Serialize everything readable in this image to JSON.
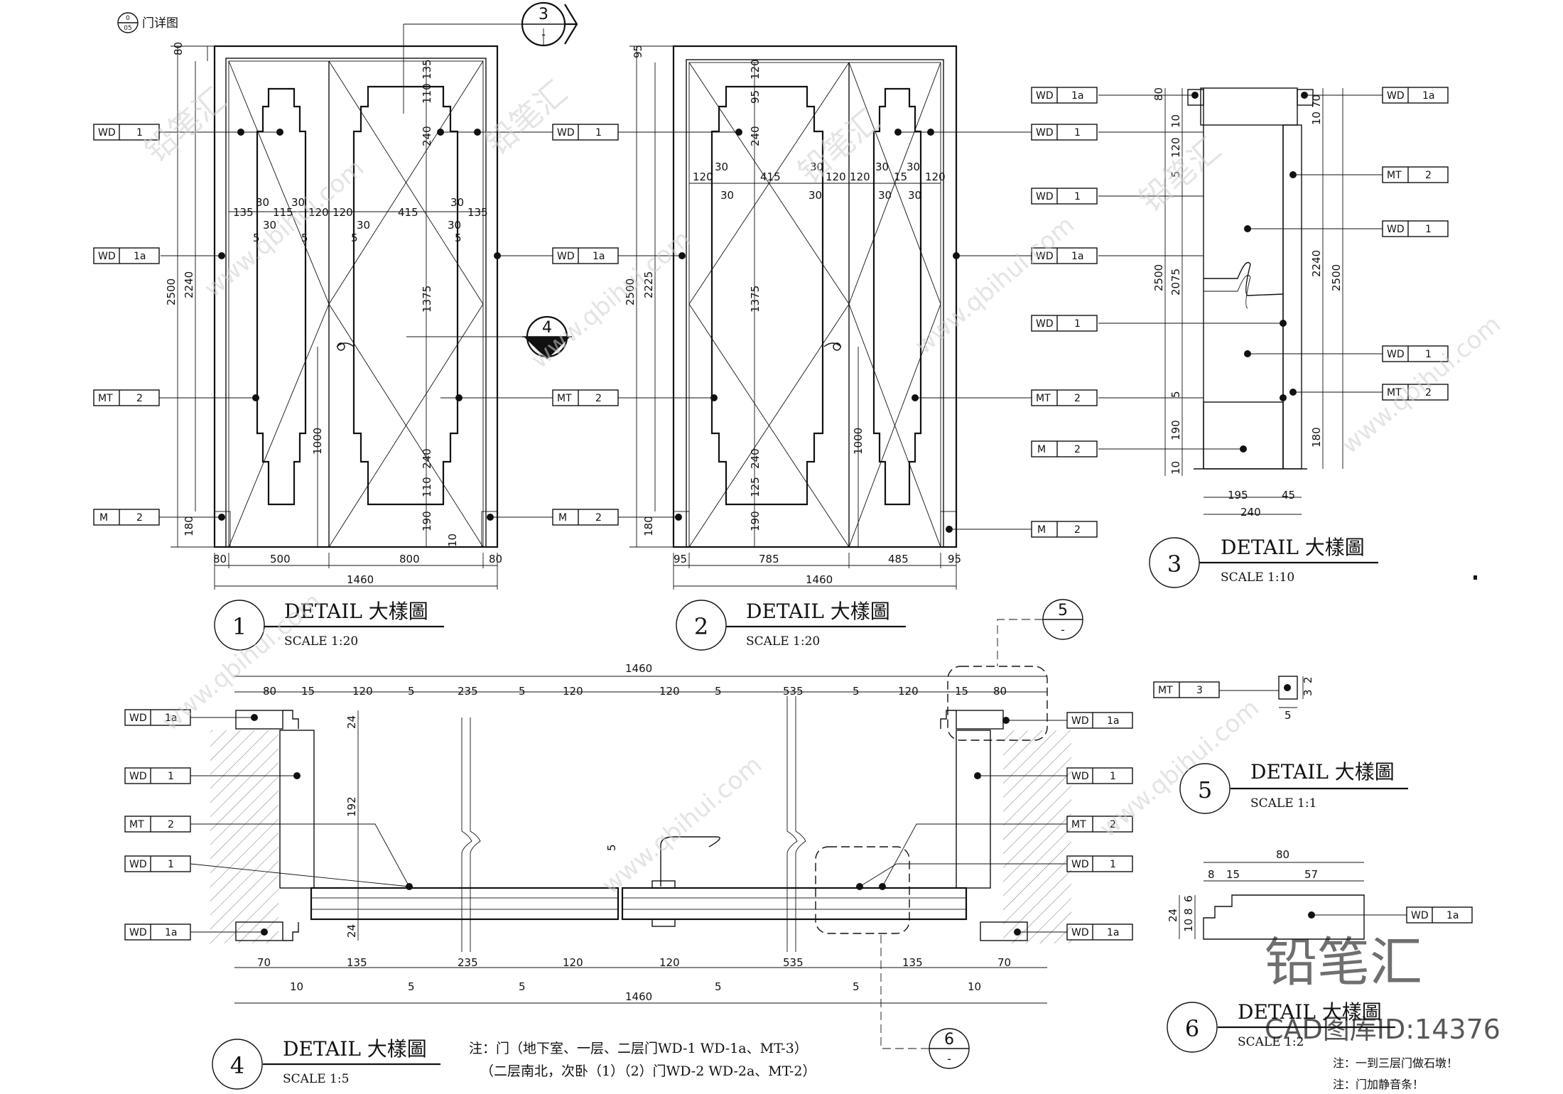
{
  "sheet_title": "门详图",
  "sheet_ref_top": "0",
  "sheet_ref_bottom": "05",
  "callouts": {
    "c3": {
      "num": "3",
      "sub": "-"
    },
    "c4": {
      "num": "4",
      "sub": "-"
    },
    "c5": {
      "num": "5",
      "sub": "-"
    },
    "c6": {
      "num": "6",
      "sub": "-"
    }
  },
  "details": [
    {
      "num": "1",
      "title": "DETAIL  大樣圖",
      "scale": "SCALE    1:20"
    },
    {
      "num": "2",
      "title": "DETAIL  大樣圖",
      "scale": "SCALE    1:20"
    },
    {
      "num": "3",
      "title": "DETAIL  大樣圖",
      "scale": "SCALE    1:10"
    },
    {
      "num": "4",
      "title": "DETAIL  大樣圖",
      "scale": "SCALE    1:5"
    },
    {
      "num": "5",
      "title": "DETAIL  大樣圖",
      "scale": "SCALE    1:1"
    },
    {
      "num": "6",
      "title": "DETAIL  大樣圖",
      "scale": "SCALE    1:2"
    }
  ],
  "tags": {
    "wd1": {
      "code": "WD",
      "num": "1"
    },
    "wd1a": {
      "code": "WD",
      "num": "1a"
    },
    "mt2": {
      "code": "MT",
      "num": "2"
    },
    "mt3": {
      "code": "MT",
      "num": "3"
    },
    "m2": {
      "code": "M",
      "num": "2"
    }
  },
  "dims1": {
    "d80": "80",
    "d2500": "2500",
    "d2240": "2240",
    "d180": "180",
    "d135": "135",
    "d110": "110",
    "d240": "240",
    "d30": "30",
    "d115": "115",
    "d120": "120",
    "d415": "415",
    "d1375": "1375",
    "d1000": "1000",
    "d190": "190",
    "d10": "10",
    "d500": "500",
    "d800": "800",
    "d1460": "1460",
    "d5": "5"
  },
  "dims2": {
    "d95": "95",
    "d2500": "2500",
    "d2225": "2225",
    "d180": "180",
    "d120": "120",
    "d240": "240",
    "d30": "30",
    "d415": "415",
    "d15": "15",
    "d1375": "1375",
    "d1000": "1000",
    "d190": "190",
    "d125": "125",
    "d785": "785",
    "d485": "485",
    "d1460": "1460",
    "d5": "5"
  },
  "dims3": {
    "d80": "80",
    "d70": "70",
    "d10": "10",
    "d120": "120",
    "d5": "5",
    "d2500": "2500",
    "d2075": "2075",
    "d2240": "2240",
    "d190": "190",
    "d180": "180",
    "d195": "195",
    "d45": "45",
    "d240": "240"
  },
  "dims4": {
    "d1460": "1460",
    "d80": "80",
    "d15": "15",
    "d120": "120",
    "d5": "5",
    "d235": "235",
    "d535": "535",
    "d24": "24",
    "d192": "192",
    "d70": "70",
    "d135": "135",
    "d10": "10"
  },
  "dims5": {
    "d5": "5",
    "d2": "2",
    "d3": "3"
  },
  "dims6": {
    "d80": "80",
    "d8": "8",
    "d15": "15",
    "d57": "57",
    "d24": "24",
    "d10": "10",
    "d6": "6"
  },
  "notes": {
    "n4a": "注：门（地下室、一层、二层门WD-1 WD-1a、MT-3）",
    "n4b": "（二层南北，次卧（1）（2）门WD-2 WD-2a、MT-2）",
    "n6a": "注：一到三层门做石墩！",
    "n6b": "注：门加静音条！"
  },
  "watermark": {
    "brand": "铅笔汇",
    "url": "www.qbihui.com",
    "id_label": "CAD图库ID:14376"
  }
}
